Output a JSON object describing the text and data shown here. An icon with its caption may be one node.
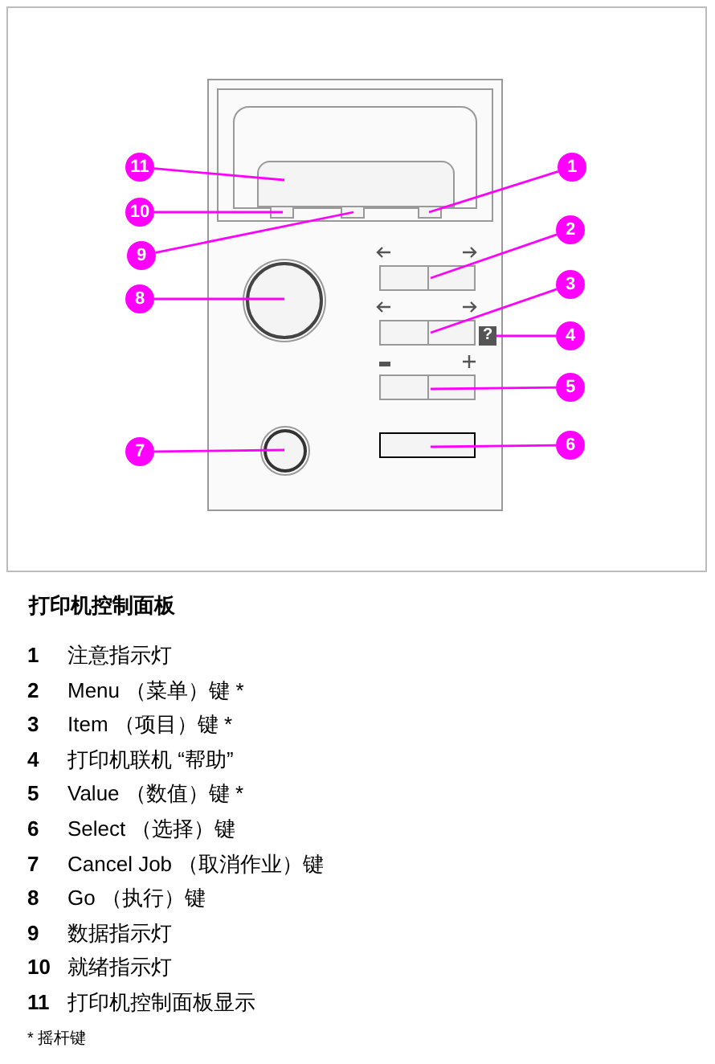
{
  "diagram": {
    "title": "打印机控制面板",
    "nodes": [
      {
        "text": [
          "1"
        ]
      },
      {
        "text": [
          "2"
        ]
      },
      {
        "text": [
          "3"
        ]
      },
      {
        "text": [
          "4"
        ]
      },
      {
        "text": [
          "5"
        ]
      },
      {
        "text": [
          "6"
        ]
      },
      {
        "text": [
          "7"
        ]
      },
      {
        "text": [
          "8"
        ]
      },
      {
        "text": [
          "9"
        ]
      },
      {
        "text": [
          "10"
        ]
      },
      {
        "text": [
          "11"
        ]
      },
      {
        "text": [],
        "shape": "box"
      },
      {
        "text": [],
        "shape": "box"
      },
      {
        "text": [],
        "shape": "box"
      },
      {
        "text": [],
        "shape": "box"
      },
      {
        "text": [],
        "shape": "circle"
      },
      {
        "text": [],
        "shape": "box"
      },
      {
        "text": [],
        "shape": "box"
      },
      {
        "text": [
          "?"
        ]
      },
      {
        "text": [],
        "shape": "box"
      },
      {
        "text": [],
        "shape": "circle"
      },
      {
        "text": [],
        "shape": "box"
      }
    ],
    "edges": [
      {
        "from": 0,
        "to": 14,
        "arrow": "none"
      },
      {
        "from": 1,
        "to": 16,
        "arrow": "none"
      },
      {
        "from": 2,
        "to": 17,
        "arrow": "none"
      },
      {
        "from": 3,
        "to": 18,
        "arrow": "none"
      },
      {
        "from": 4,
        "to": 19,
        "arrow": "none"
      },
      {
        "from": 5,
        "to": 21,
        "arrow": "none"
      },
      {
        "from": 6,
        "to": 20,
        "arrow": "none"
      },
      {
        "from": 7,
        "to": 15,
        "arrow": "none"
      },
      {
        "from": 8,
        "to": 13,
        "arrow": "none"
      },
      {
        "from": 9,
        "to": 12,
        "arrow": "none"
      },
      {
        "from": 10,
        "to": 11,
        "arrow": "none"
      }
    ],
    "labels": [
      "1",
      "注意指示灯",
      "2",
      "Menu （菜单）键 *",
      "3",
      "Item （项目）键 *",
      "4",
      "打印机联机 “帮助”",
      "5",
      "Value （数值）键 *",
      "6",
      "Select （选择）键",
      "7",
      "Cancel Job （取消作业）键",
      "8",
      "Go （执行）键",
      "9",
      "数据指示灯",
      "10",
      "就绪指示灯",
      "11",
      "打印机控制面板显示",
      "* 摇杆键"
    ]
  }
}
